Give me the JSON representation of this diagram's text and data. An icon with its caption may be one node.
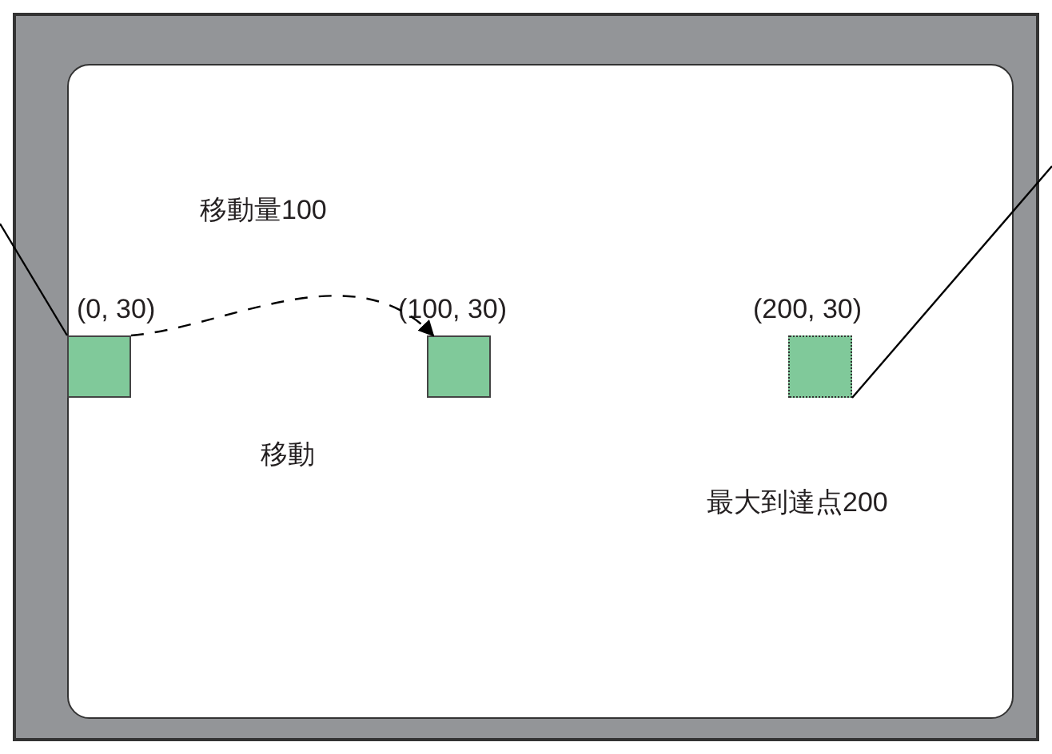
{
  "diagram": {
    "nodes": [
      {
        "text": [],
        "shape": "box"
      },
      {
        "text": [],
        "shape": "box",
        "in": 0,
        "beside": [
          "(0, 30)"
        ]
      },
      {
        "text": [],
        "shape": "box",
        "in": 0,
        "beside": [
          "(100, 30)"
        ]
      },
      {
        "text": [],
        "shape": "box",
        "in": 0,
        "beside": [
          "(200, 30)"
        ]
      }
    ],
    "edges": [
      {
        "from": 1,
        "to": 2,
        "arrow": "to",
        "style": "dashed"
      },
      {
        "from": null,
        "to": 1,
        "arrow": "none"
      },
      {
        "from": 3,
        "to": null,
        "arrow": "none"
      }
    ],
    "labels": [
      "移動量100",
      "移動",
      "最大到達点200"
    ]
  }
}
